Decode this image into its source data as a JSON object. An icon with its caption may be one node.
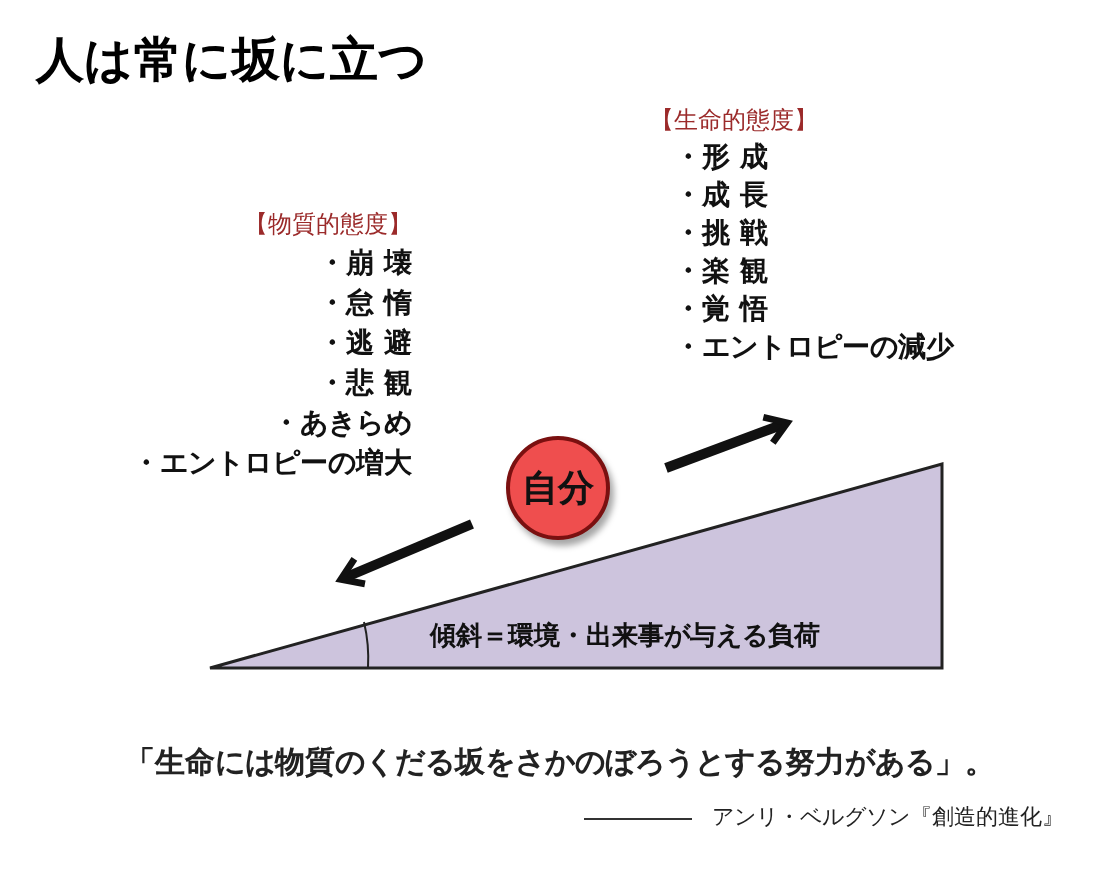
{
  "diagram": {
    "title": "人は常に坂に立つ",
    "caption": "「生命には物質のくだる坂をさかのぼろうとする努力がある」。",
    "nodes": [
      {
        "text": [
          "自分"
        ]
      },
      {
        "text": [
          "傾斜＝環境・出来事が与える負荷"
        ]
      }
    ],
    "labels": [
      "【物質的態度】",
      "・崩 壊",
      "・怠 惰",
      "・逃 避",
      "・悲 観",
      "・あきらめ",
      "・エントロピーの増大",
      "【生命的態度】",
      "・形 成",
      "・成 長",
      "・挑 戦",
      "・楽 観",
      "・覚 悟",
      "・エントロピーの減少",
      "アンリ・ベルグソン『創造的進化』"
    ]
  }
}
